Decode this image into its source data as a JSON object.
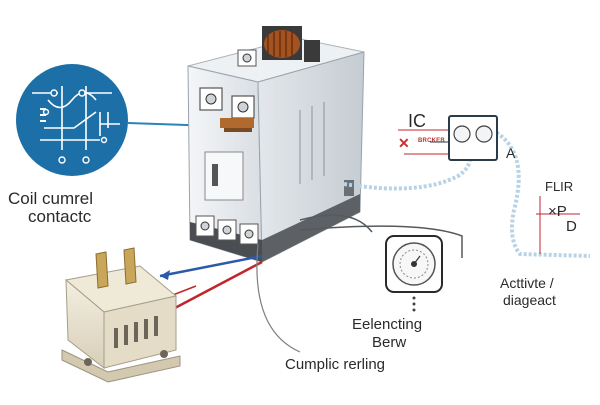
{
  "labels": {
    "coil_current": "Coil cumrel",
    "contactor": "contactc",
    "ic": "IC",
    "small_red": "BRCKEB",
    "a_label": "A",
    "flir": "FLIR",
    "xpd": "×P",
    "d_label": "D",
    "active": "Acttivte /",
    "diagnostic": "diageact",
    "elencting": "Eelencting",
    "berw": "Berw",
    "cumplic": "Cumplic rerling"
  },
  "colors": {
    "accent_blue": "#1d6fa8",
    "wire_red": "#c0262c",
    "wire_blue": "#2a5aa8",
    "callout_line": "#2b84b8",
    "dashed_wire": "#b9d3e6"
  },
  "icons": {
    "schematic": "circuit-schematic-icon",
    "relay": "relay-module-icon",
    "plug": "power-plug-icon",
    "meter": "dial-meter-icon",
    "terminal": "terminal-box-icon"
  }
}
